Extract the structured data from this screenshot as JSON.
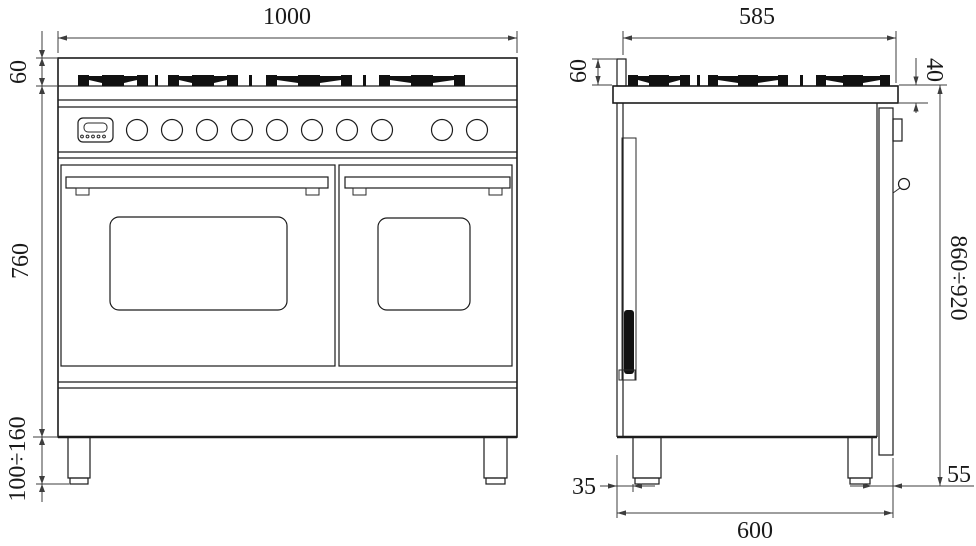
{
  "front_view": {
    "width": "1000",
    "cooktop_band_height": "60",
    "body_height": "760",
    "adjustable_leg_height": "100÷160"
  },
  "side_view": {
    "top_depth": "585",
    "backsplash_height": "60",
    "cooktop_edge_height": "40",
    "overall_height_range": "860÷920",
    "rear_leg_setback": "35",
    "front_leg_setback": "55",
    "base_depth": "600"
  },
  "colors": {
    "background": "#ffffff",
    "outline": "#1c1c1c",
    "dimension_line": "#3d3d3d",
    "grate_fill": "#111111"
  }
}
